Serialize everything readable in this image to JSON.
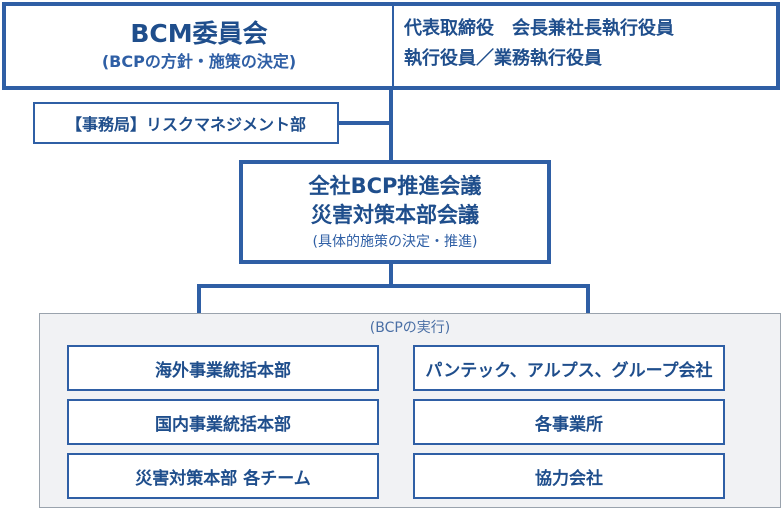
{
  "bcm_committee": {
    "title": "BCM委員会",
    "subtitle": "(BCPの方針・施策の決定)",
    "members": [
      "代表取締役　会長兼社長執行役員",
      "執行役員／業務執行役員"
    ]
  },
  "secretariat": {
    "label": "【事務局】リスクマネジメント部"
  },
  "bcp_council": {
    "title_lines": [
      "全社BCP推進会議",
      "災害対策本部会議"
    ],
    "subtitle": "(具体的施策の決定・推進)"
  },
  "execution": {
    "label": "(BCPの実行)",
    "left_units": [
      "海外事業統括本部",
      "国内事業統括本部",
      "災害対策本部 各チーム"
    ],
    "right_units": [
      "パンテック、アルプス、グループ会社",
      "各事業所",
      "協力会社"
    ]
  },
  "colors": {
    "accent": "#2f5fa5",
    "text": "#1f4e8c",
    "panel_bg": "#f1f2f4"
  }
}
